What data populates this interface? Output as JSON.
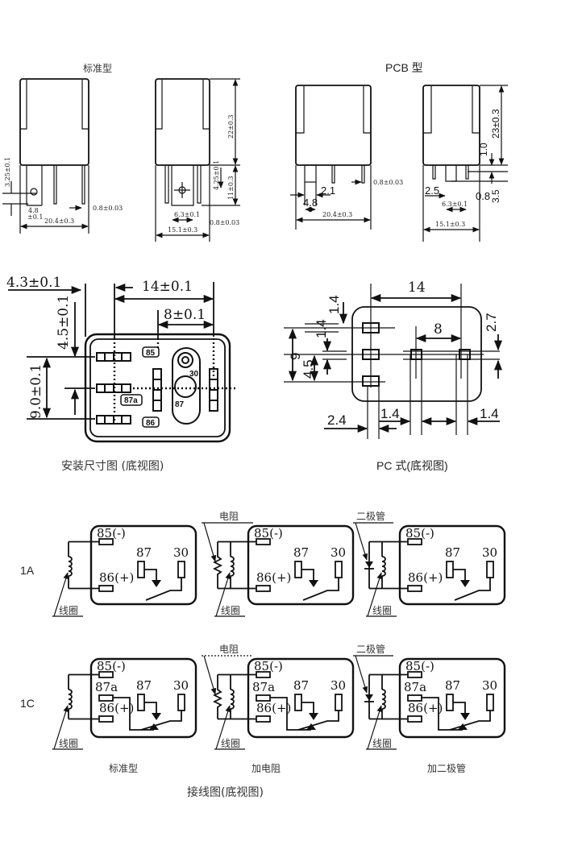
{
  "top": {
    "standard_title": "标准型",
    "pcb_title": "PCB 型",
    "std_front": {
      "dim_325": "3.25±0.1",
      "dim_48": "4.8",
      "dim_48_tol": "±0.1",
      "dim_204": "20.4±0.3",
      "dim_08": "0.8±0.03"
    },
    "std_side": {
      "dim_22": "22±0.3",
      "dim_425": "4.25±0.1",
      "dim_11": "11±0.3",
      "dim_63": "6.3±0.1",
      "dim_08": "0.8±0.03",
      "dim_151": "15.1±0.3"
    },
    "pcb_front": {
      "dim_21": "2.1",
      "dim_48": "4.8",
      "dim_204": "20.4±0.3",
      "dim_08": "0.8±0.03"
    },
    "pcb_side": {
      "dim_23": "23±0.3",
      "dim_10": "1.0",
      "dim_35": "3.5",
      "dim_25": "2.5",
      "dim_08": "0.8",
      "dim_63": "6.3±0.1",
      "dim_151": "15.1±0.3"
    }
  },
  "mounting": {
    "dim_43": "4.3±0.1",
    "dim_14": "14±0.1",
    "dim_8": "8±0.1",
    "dim_45": "4.5±0.1",
    "dim_90": "9.0±0.1",
    "pins": {
      "p85": "85",
      "p87a": "87a",
      "p86": "86",
      "p30": "30",
      "p87": "87"
    },
    "caption": "安装尺寸图 (底视图)"
  },
  "pc": {
    "dim_14": "14",
    "dim_8": "8",
    "dim_27": "2.7",
    "dim_14a": "1.4",
    "dim_14b": "1.4",
    "dim_9": "9",
    "dim_45": "4.5",
    "dim_24": "2.4",
    "dim_14c": "1.4",
    "dim_14d": "1.4",
    "caption": "PC 式(底视图)"
  },
  "wiring": {
    "rows": [
      "1A",
      "1C"
    ],
    "pins": {
      "p85": "85(-)",
      "p86": "86(+)",
      "p87": "87",
      "p30": "30",
      "p87a": "87a"
    },
    "coil_label": "线圈",
    "resistor_label": "电阻",
    "diode_label": "二极管",
    "columns": [
      "标准型",
      "加电阻",
      "加二极管"
    ],
    "caption": "接线图(底视图)"
  }
}
